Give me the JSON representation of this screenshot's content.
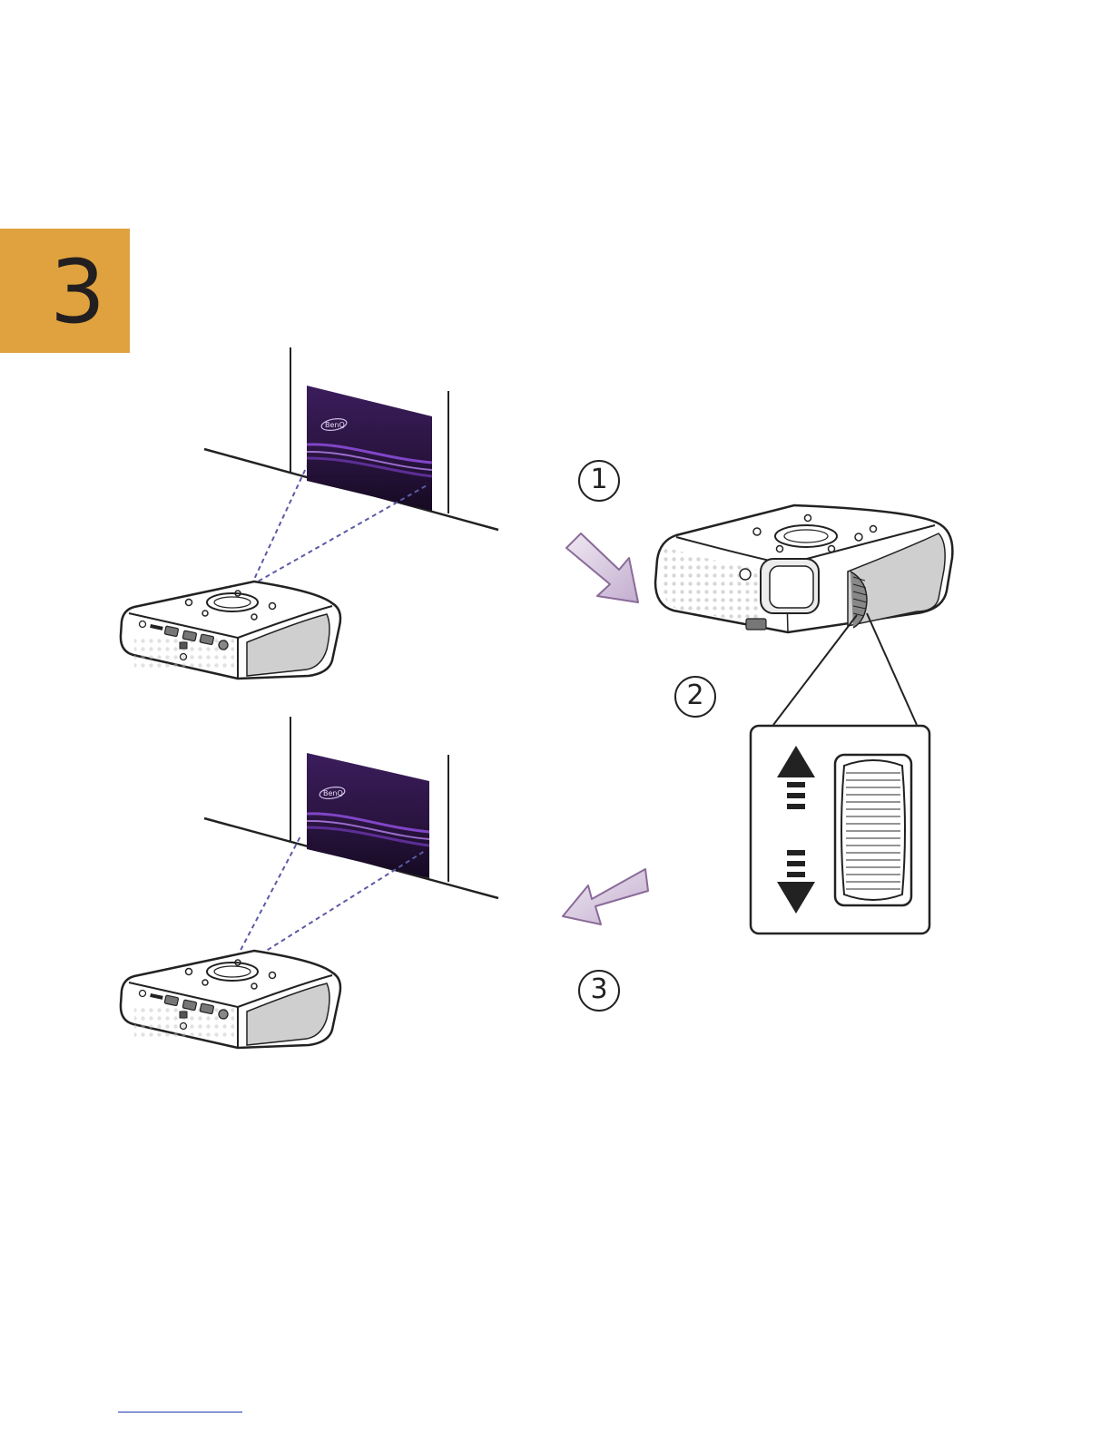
{
  "chapter": {
    "number": "3",
    "tab_color": "#e0a23f"
  },
  "steps": [
    "1",
    "2",
    "3"
  ],
  "screen": {
    "logo_text": "BenQ",
    "colors": [
      "#3b1d5c",
      "#8a4bd6"
    ]
  },
  "icons": [
    "arrow-in-icon",
    "arrow-out-icon",
    "arrow-up-icon",
    "arrow-down-icon",
    "focus-wheel-icon"
  ]
}
